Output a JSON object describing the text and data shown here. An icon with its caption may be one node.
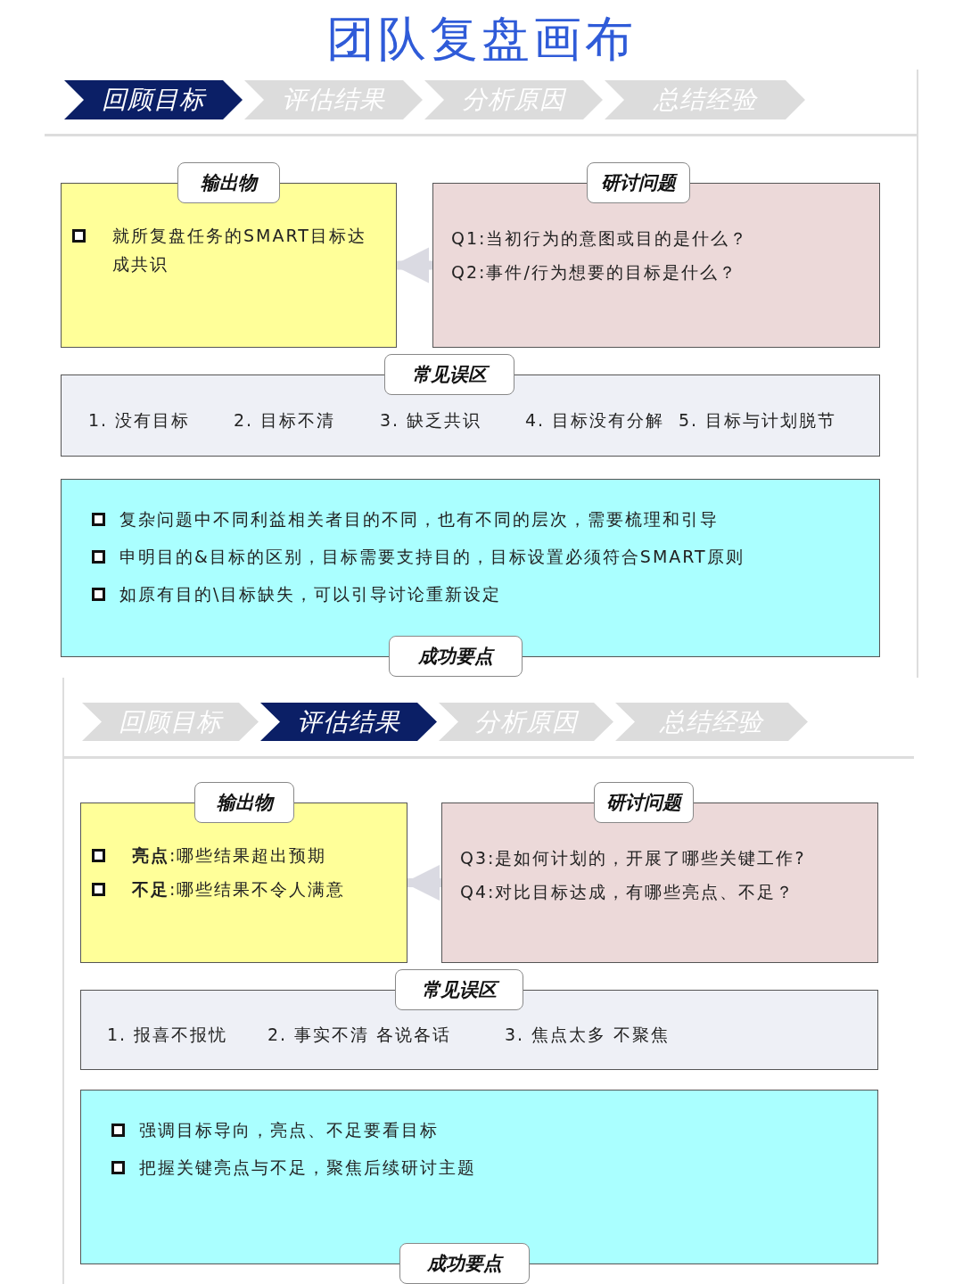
{
  "diagram": {
    "title": "团队复盘画布",
    "nodes": [
      {
        "text": [
          "回顾目标"
        ]
      },
      {
        "text": [
          "评估结果"
        ]
      },
      {
        "text": [
          "分析原因"
        ]
      },
      {
        "text": [
          "总结经验"
        ]
      },
      {
        "text": [
          "输出物",
          "就所复盘任务的SMART目标达成共识"
        ]
      },
      {
        "text": [
          "研讨问题",
          "Q1:当初行为的意图或目的是什么？",
          "Q2:事件/行为想要的目标是什么？"
        ]
      },
      {
        "text": [
          "常见误区",
          "1. 没有目标",
          "2. 目标不清",
          "3. 缺乏共识",
          "4. 目标没有分解",
          "5. 目标与计划脱节"
        ]
      },
      {
        "text": [
          "复杂问题中不同利益相关者目的不同，也有不同的层次，需要梳理和引导",
          "申明目的&目标的区别，目标需要支持目的，目标设置必须符合SMART原则",
          "如原有目的\\目标缺失，可以引导讨论重新设定",
          "成功要点"
        ]
      },
      {
        "text": [
          "回顾目标"
        ]
      },
      {
        "text": [
          "评估结果"
        ]
      },
      {
        "text": [
          "分析原因"
        ]
      },
      {
        "text": [
          "总结经验"
        ]
      },
      {
        "text": [
          "输出物",
          "**亮点**:哪些结果超出预期",
          "**不足**:哪些结果不令人满意"
        ]
      },
      {
        "text": [
          "研讨问题",
          "Q3:是如何计划的，开展了哪些关键工作?",
          "Q4:对比目标达成，有哪些亮点、不足？"
        ]
      },
      {
        "text": [
          "常见误区",
          "1. 报喜不报忧",
          "2. 事实不清 各说各话",
          "3. 焦点太多 不聚焦"
        ]
      },
      {
        "text": [
          "强调目标导向，亮点、不足要看目标",
          "把握关键亮点与不足，聚焦后续研讨主题",
          "成功要点"
        ]
      }
    ],
    "edges": [
      {
        "from": 5,
        "to": 4,
        "arrow": "to"
      },
      {
        "from": 13,
        "to": 12,
        "arrow": "to"
      }
    ]
  }
}
